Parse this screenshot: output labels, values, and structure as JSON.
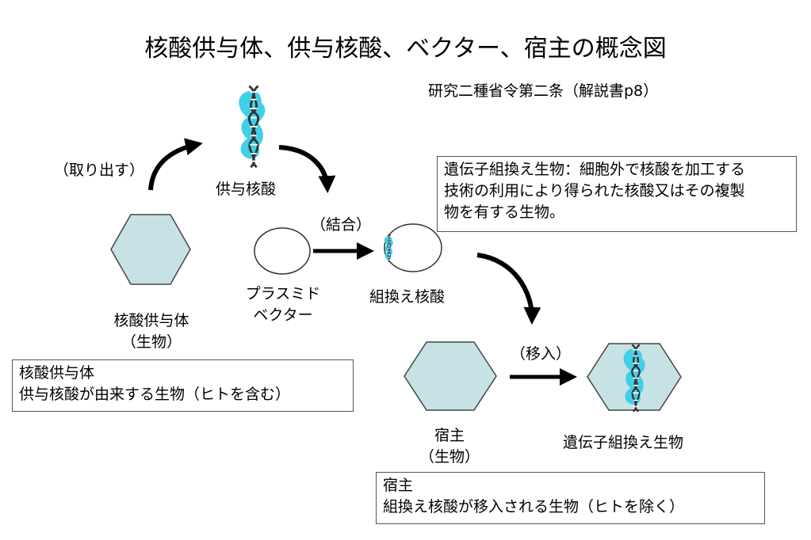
{
  "title": "核酸供与体、供与核酸、ベクター、宿主の概念図",
  "reference": "研究二種省令第二条（解説書p8）",
  "labels": {
    "extract": "（取り出す）",
    "donor_nucleic_acid": "供与核酸",
    "combine": "（結合）",
    "donor_line1": "核酸供与体",
    "donor_line2": "（生物）",
    "plasmid_line1": "プラスミド",
    "plasmid_line2": "ベクター",
    "recombinant_nucleic_acid": "組換え核酸",
    "transfer": "（移入）",
    "host_line1": "宿主",
    "host_line2": "（生物）",
    "gmo": "遺伝子組換え生物"
  },
  "boxes": {
    "gmo_def": {
      "line1": "遺伝子組換え生物：細胞外で核酸を加工する",
      "line2": "技術の利用により得られた核酸又はその複製",
      "line3": "物を有する生物。"
    },
    "donor_def": {
      "line1": "核酸供与体",
      "line2": "供与核酸が由来する生物（ヒトを含む）"
    },
    "host_def": {
      "line1": "宿主",
      "line2": "組換え核酸が移入される生物（ヒトを除く）"
    }
  },
  "colors": {
    "hexagon_fill": "#c6e2e4",
    "dna_blob": "#3fd0e8",
    "arrow": "#000000"
  }
}
